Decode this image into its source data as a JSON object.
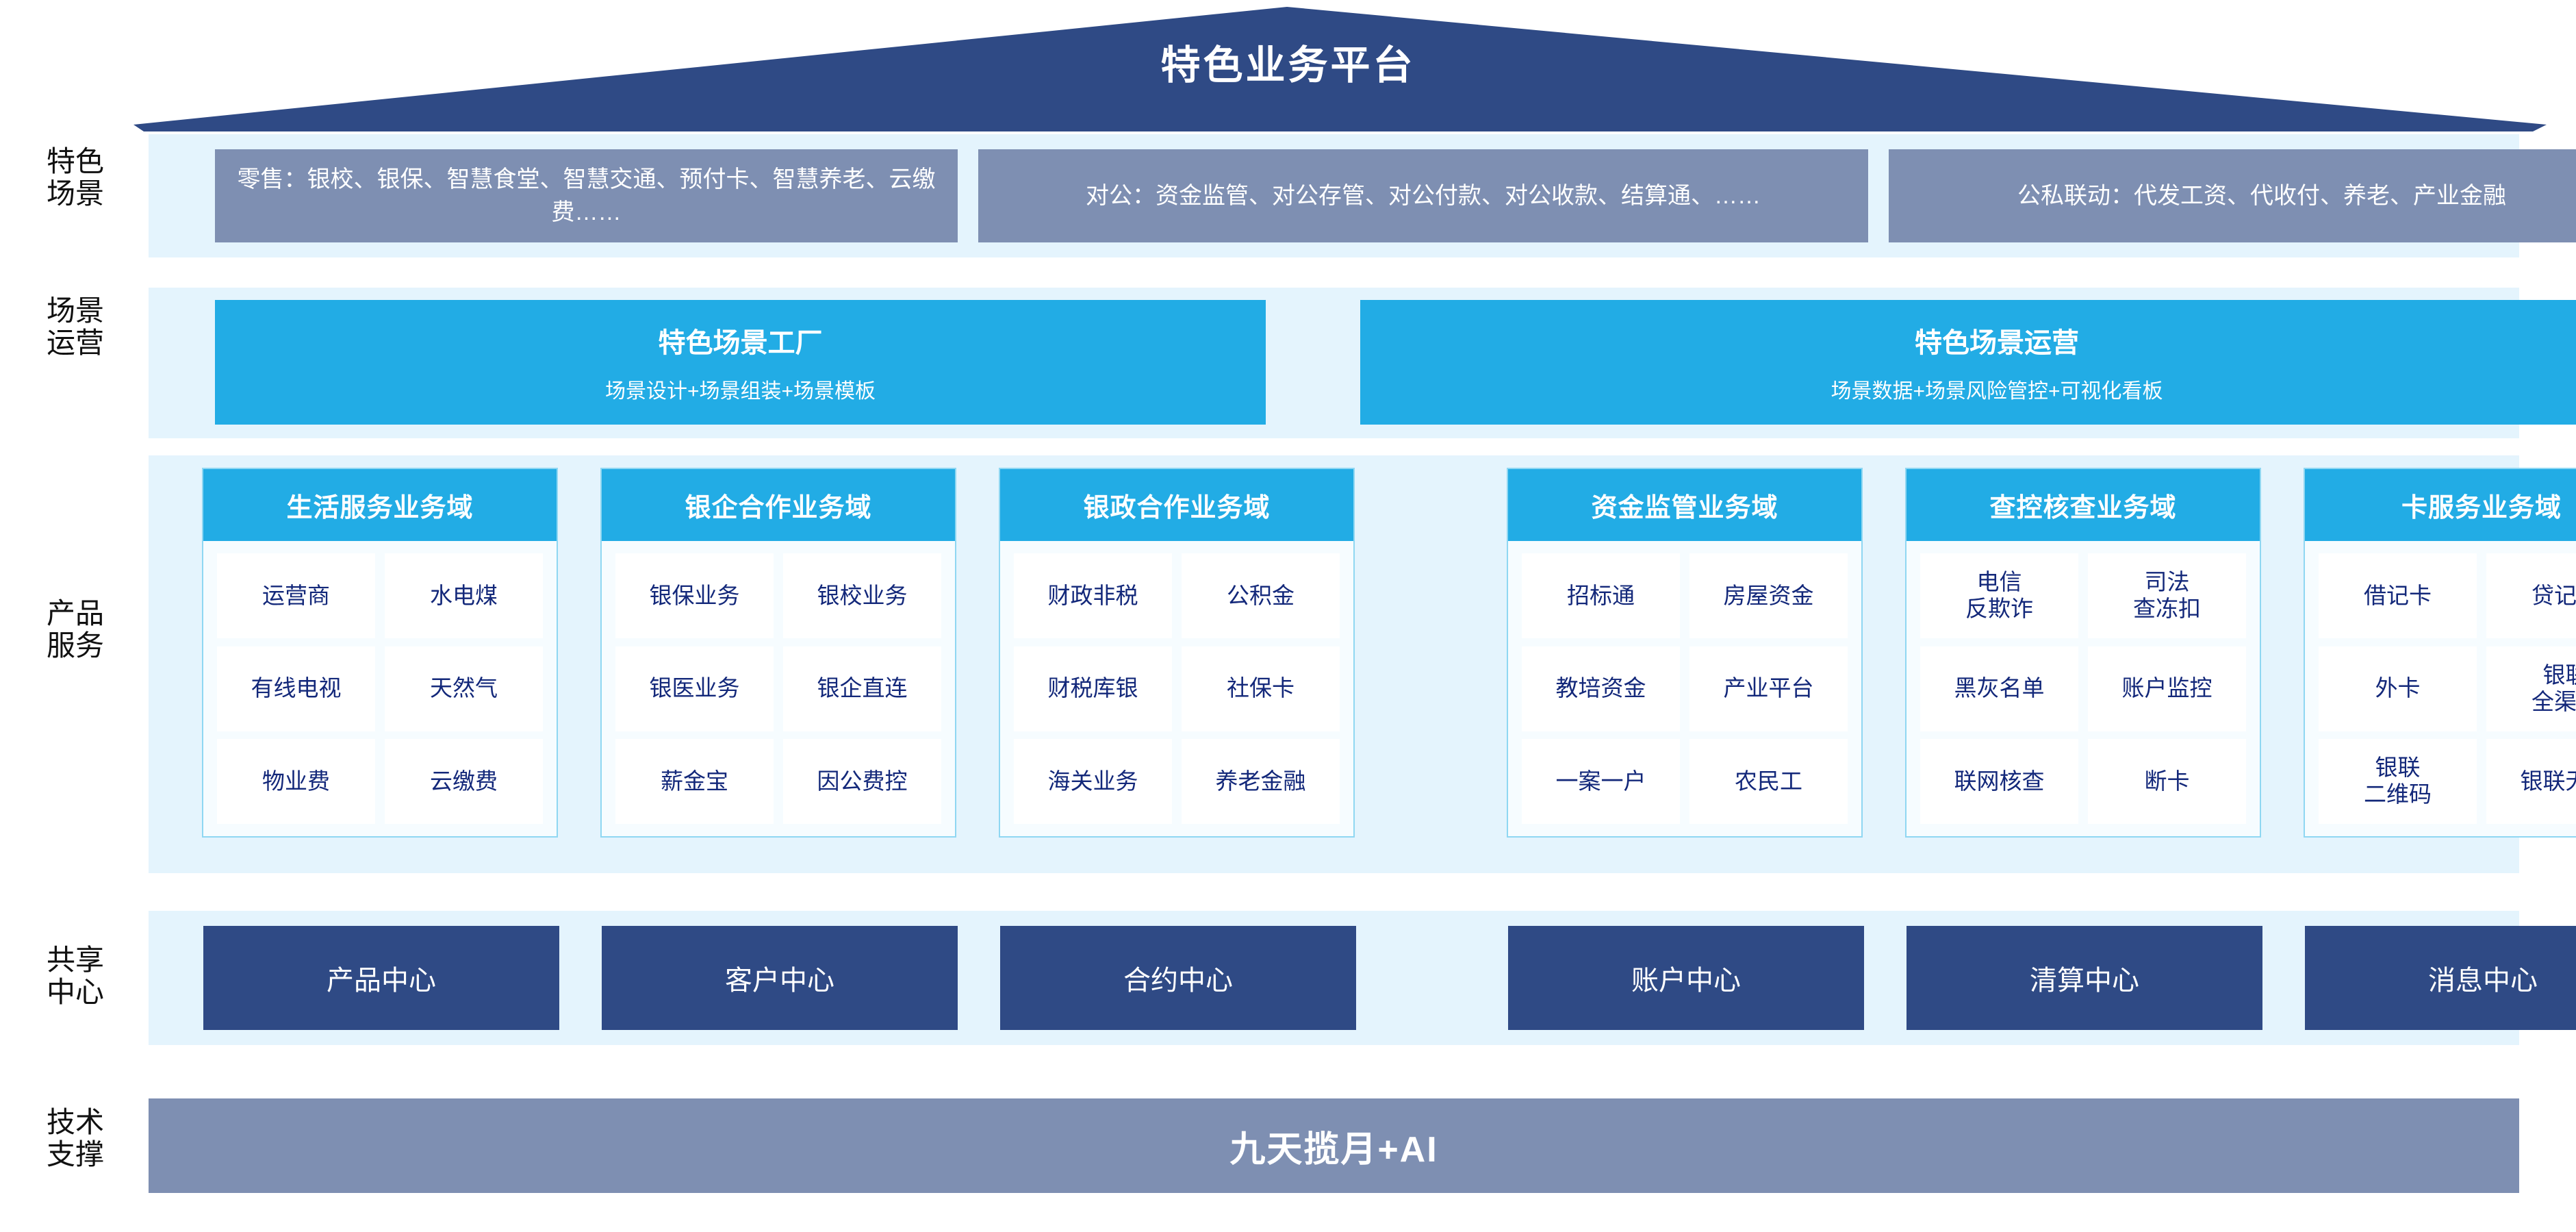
{
  "header": {
    "title": "特色业务平台",
    "bg_color": "#2f4a85"
  },
  "rails": [
    {
      "label_line1": "特色",
      "label_line2": "场景"
    },
    {
      "label_line1": "场景",
      "label_line2": "运营"
    },
    {
      "label_line1": "产品",
      "label_line2": "服务"
    },
    {
      "label_line1": "共享",
      "label_line2": "中心"
    },
    {
      "label_line1": "技术",
      "label_line2": "支撑"
    }
  ],
  "scenarios": {
    "boxes": [
      {
        "text": "零售：银校、银保、智慧食堂、智慧交通、预付卡、智慧养老、云缴费……"
      },
      {
        "text": "对公：资金监管、对公存管、对公付款、对公收款、结算通、……"
      },
      {
        "text": "公私联动：代发工资、代收付、养老、产业金融"
      }
    ],
    "box_color": "#7e8fb2"
  },
  "operations": {
    "boxes": [
      {
        "title": "特色场景工厂",
        "subtitle": "场景设计+场景组装+场景模板"
      },
      {
        "title": "特色场景运营",
        "subtitle": "场景数据+场景风险管控+可视化看板"
      }
    ],
    "box_color": "#22ace5"
  },
  "products": {
    "header_color": "#22ace5",
    "columns": [
      {
        "title": "生活服务业务域",
        "rows": [
          [
            "运营商",
            "水电煤"
          ],
          [
            "有线电视",
            "天然气"
          ],
          [
            "物业费",
            "云缴费"
          ]
        ]
      },
      {
        "title": "银企合作业务域",
        "rows": [
          [
            "银保业务",
            "银校业务"
          ],
          [
            "银医业务",
            "银企直连"
          ],
          [
            "薪金宝",
            "因公费控"
          ]
        ]
      },
      {
        "title": "银政合作业务域",
        "rows": [
          [
            "财政非税",
            "公积金"
          ],
          [
            "财税库银",
            "社保卡"
          ],
          [
            "海关业务",
            "养老金融"
          ]
        ]
      },
      {
        "title": "资金监管业务域",
        "rows": [
          [
            "招标通",
            "房屋资金"
          ],
          [
            "教培资金",
            "产业平台"
          ],
          [
            "一案一户",
            "农民工"
          ]
        ]
      },
      {
        "title": "查控核查业务域",
        "rows": [
          [
            "电信\n反欺诈",
            "司法\n查冻扣"
          ],
          [
            "黑灰名单",
            "账户监控"
          ],
          [
            "联网核查",
            "断卡"
          ]
        ]
      },
      {
        "title": "卡服务业务域",
        "rows": [
          [
            "借记卡",
            "贷记卡"
          ],
          [
            "外卡",
            "银联\n全渠道"
          ],
          [
            "银联\n二维码",
            "银联无卡"
          ]
        ]
      }
    ]
  },
  "centers": {
    "box_color": "#2f4a85",
    "items": [
      "产品中心",
      "客户中心",
      "合约中心",
      "账户中心",
      "清算中心",
      "消息中心"
    ]
  },
  "tech": {
    "label": "九天揽月+AI",
    "bar_color": "#7e8fb2"
  }
}
